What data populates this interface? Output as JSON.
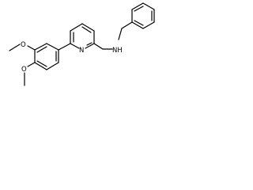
{
  "molecule": {
    "atoms": {
      "nitrogen_ring": "N",
      "amine": "NH",
      "oxygen_top": "O",
      "oxygen_bottom": "O"
    }
  }
}
